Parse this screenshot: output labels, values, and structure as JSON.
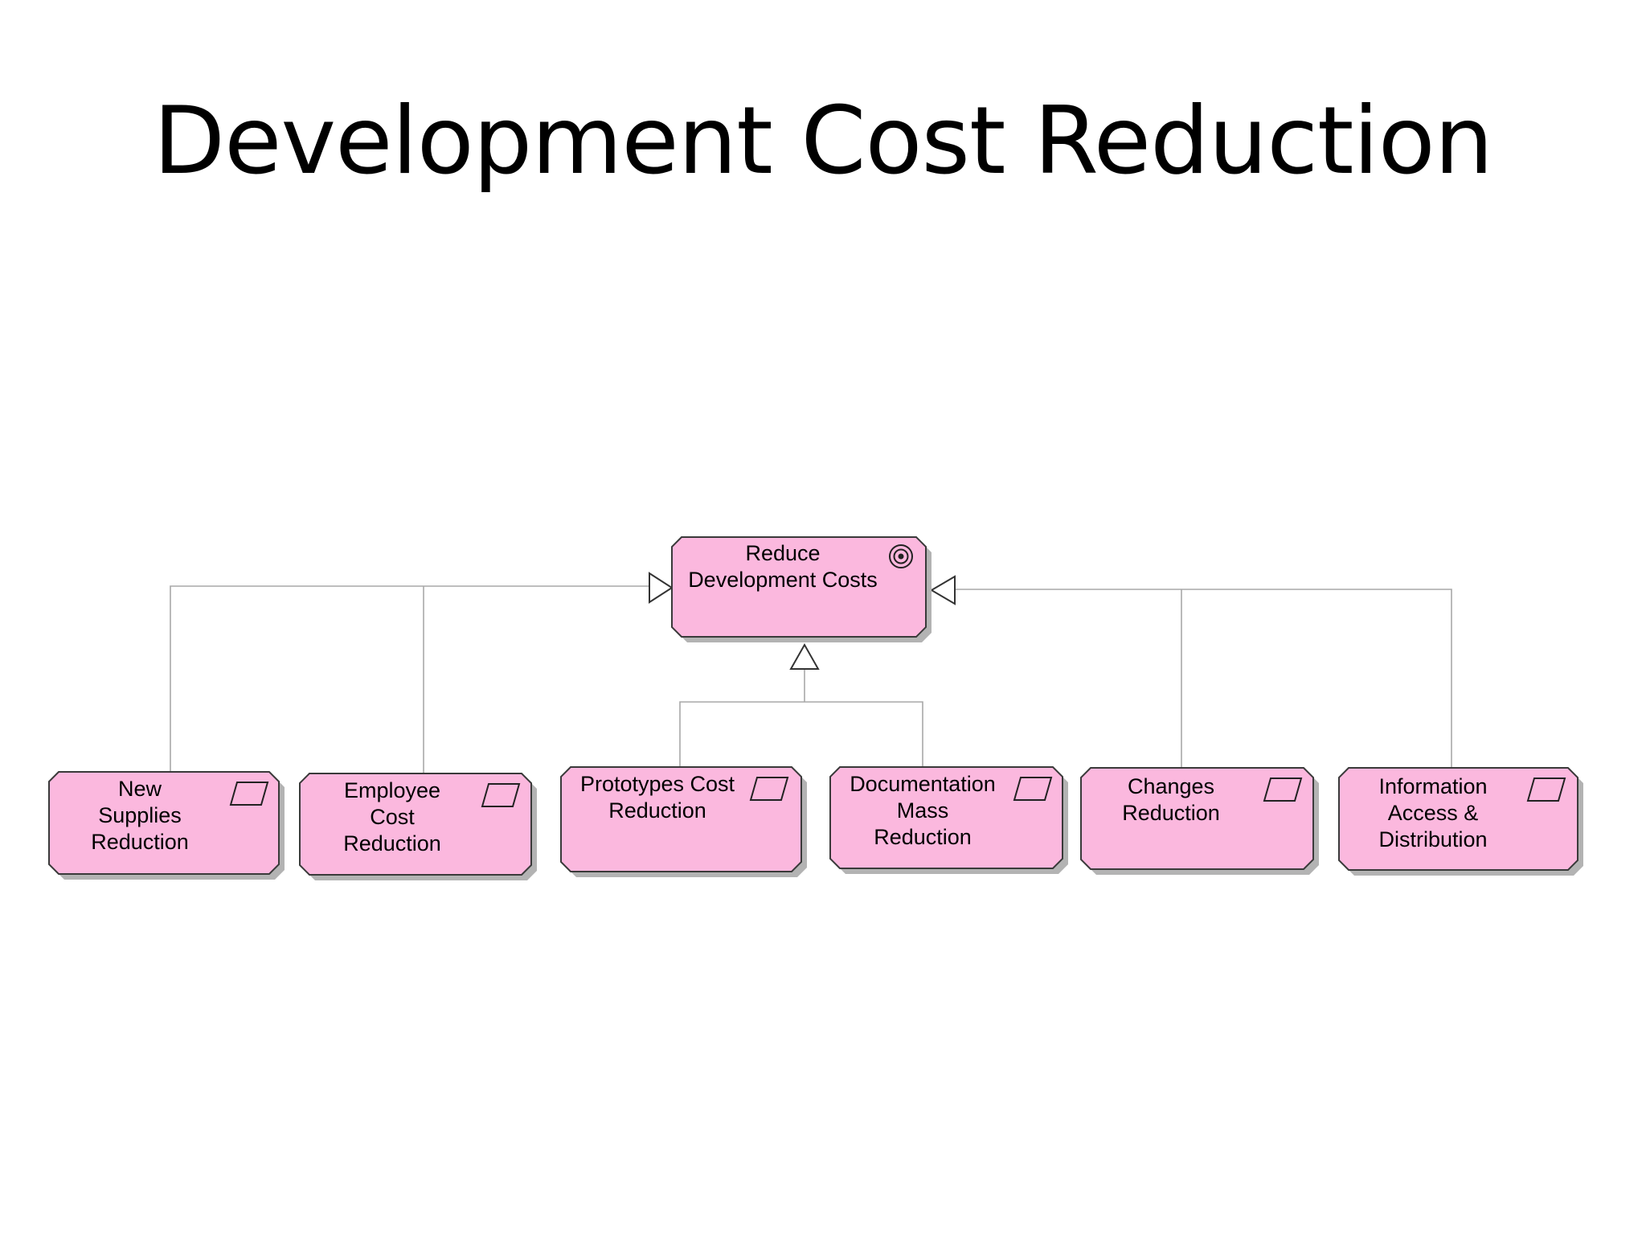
{
  "slide": {
    "title": "Development Cost Reduction"
  },
  "diagram": {
    "type": "goal-decomposition",
    "colors": {
      "node_fill": "#fbb8de",
      "node_stroke": "#3a3a3a",
      "shadow": "#b3b3b3",
      "connector": "#a8a8a8"
    },
    "root": {
      "id": "reduce-development-costs",
      "label_lines": [
        "Reduce",
        "Development Costs"
      ],
      "icon": "goal-target-icon"
    },
    "children": [
      {
        "id": "new-supplies-reduction",
        "label_lines": [
          "New",
          "Supplies",
          "Reduction"
        ],
        "icon": "parallelogram-icon"
      },
      {
        "id": "employee-cost-reduction",
        "label_lines": [
          "Employee",
          "Cost",
          "Reduction"
        ],
        "icon": "parallelogram-icon"
      },
      {
        "id": "prototypes-cost-reduction",
        "label_lines": [
          "Prototypes Cost",
          "Reduction"
        ],
        "icon": "parallelogram-icon"
      },
      {
        "id": "documentation-mass-reduction",
        "label_lines": [
          "Documentation",
          "Mass",
          "Reduction"
        ],
        "icon": "parallelogram-icon"
      },
      {
        "id": "changes-reduction",
        "label_lines": [
          "Changes",
          "Reduction"
        ],
        "icon": "parallelogram-icon"
      },
      {
        "id": "information-access-distribution",
        "label_lines": [
          "Information",
          "Access &",
          "Distribution"
        ],
        "icon": "parallelogram-icon"
      }
    ]
  }
}
